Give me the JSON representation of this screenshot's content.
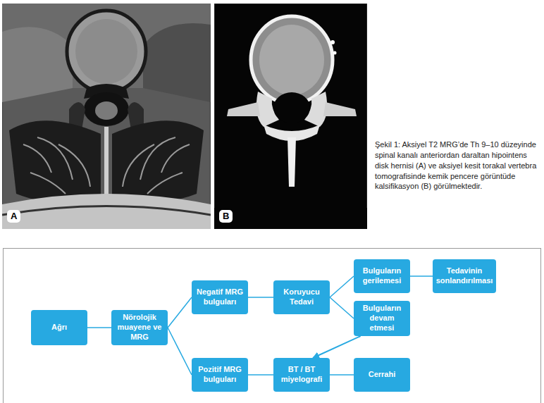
{
  "diagram": {
    "caption": "Şekil 1: Aksiyel T2 MRG’de Th 9–10 düzeyinde spinal kanalı anteriordan daraltan hipointens disk hernisi (A) ve aksiyel kesit torakal vertebra tomografisinde kemik pencere görüntüde kalsifikasyon (B) görülmektedir.",
    "nodes": [
      {
        "text": [
          "Ağrı"
        ]
      },
      {
        "text": [
          "Nörolojik muayene ve MRG"
        ]
      },
      {
        "text": [
          "Negatif MRG bulguları"
        ]
      },
      {
        "text": [
          "Koruyucu Tedavi"
        ]
      },
      {
        "text": [
          "Bulguların gerilemesi"
        ]
      },
      {
        "text": [
          "Tedavinin sonlandırılması"
        ]
      },
      {
        "text": [
          "Bulguların devam etmesi"
        ]
      },
      {
        "text": [
          "Pozitif MRG bulguları"
        ]
      },
      {
        "text": [
          "BT / BT miyelografi"
        ]
      },
      {
        "text": [
          "Cerrahi"
        ]
      }
    ],
    "edges": [
      {
        "from": 0,
        "to": 1,
        "arrow": "none"
      },
      {
        "from": 1,
        "to": 2,
        "arrow": "none"
      },
      {
        "from": 1,
        "to": 7,
        "arrow": "none"
      },
      {
        "from": 2,
        "to": 3,
        "arrow": "none"
      },
      {
        "from": 3,
        "to": 4,
        "arrow": "none"
      },
      {
        "from": 3,
        "to": 6,
        "arrow": "none"
      },
      {
        "from": 4,
        "to": 5,
        "arrow": "none"
      },
      {
        "from": 6,
        "to": 8,
        "arrow": "to"
      },
      {
        "from": 7,
        "to": 8,
        "arrow": "none"
      },
      {
        "from": 8,
        "to": 9,
        "arrow": "none"
      }
    ],
    "labels": [
      "A",
      "B"
    ]
  }
}
